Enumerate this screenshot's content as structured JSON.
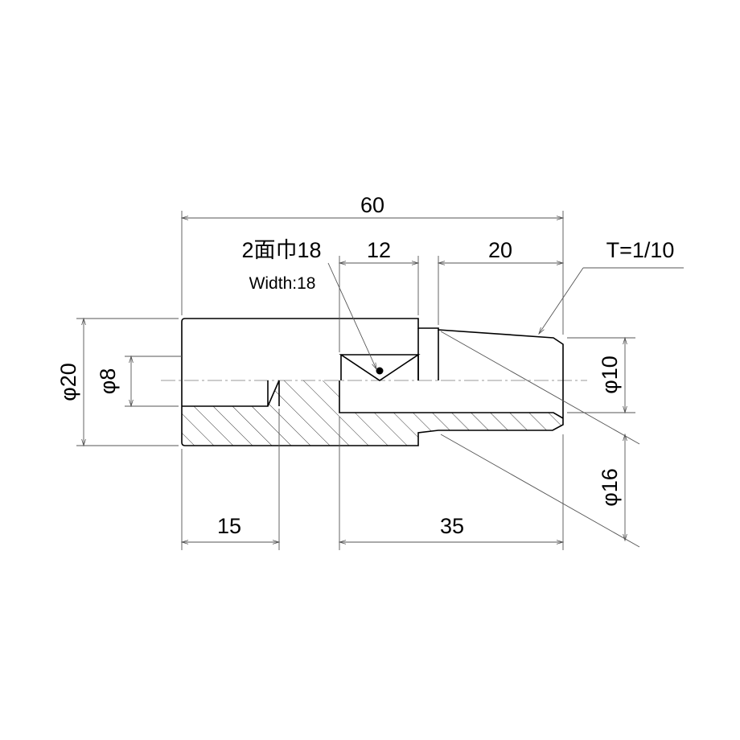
{
  "dimensions": {
    "overall_length": "60",
    "flats_length": "12",
    "taper_length": "20",
    "bore_depth": "15",
    "tail_length": "35",
    "outer_diameter": "φ20",
    "bore_diameter": "φ8",
    "tip_inner_diameter": "φ10",
    "tip_outer_diameter": "φ16"
  },
  "notes": {
    "flats_jp": "2面巾18",
    "flats_en": "Width:18",
    "taper": "T=1/10"
  }
}
